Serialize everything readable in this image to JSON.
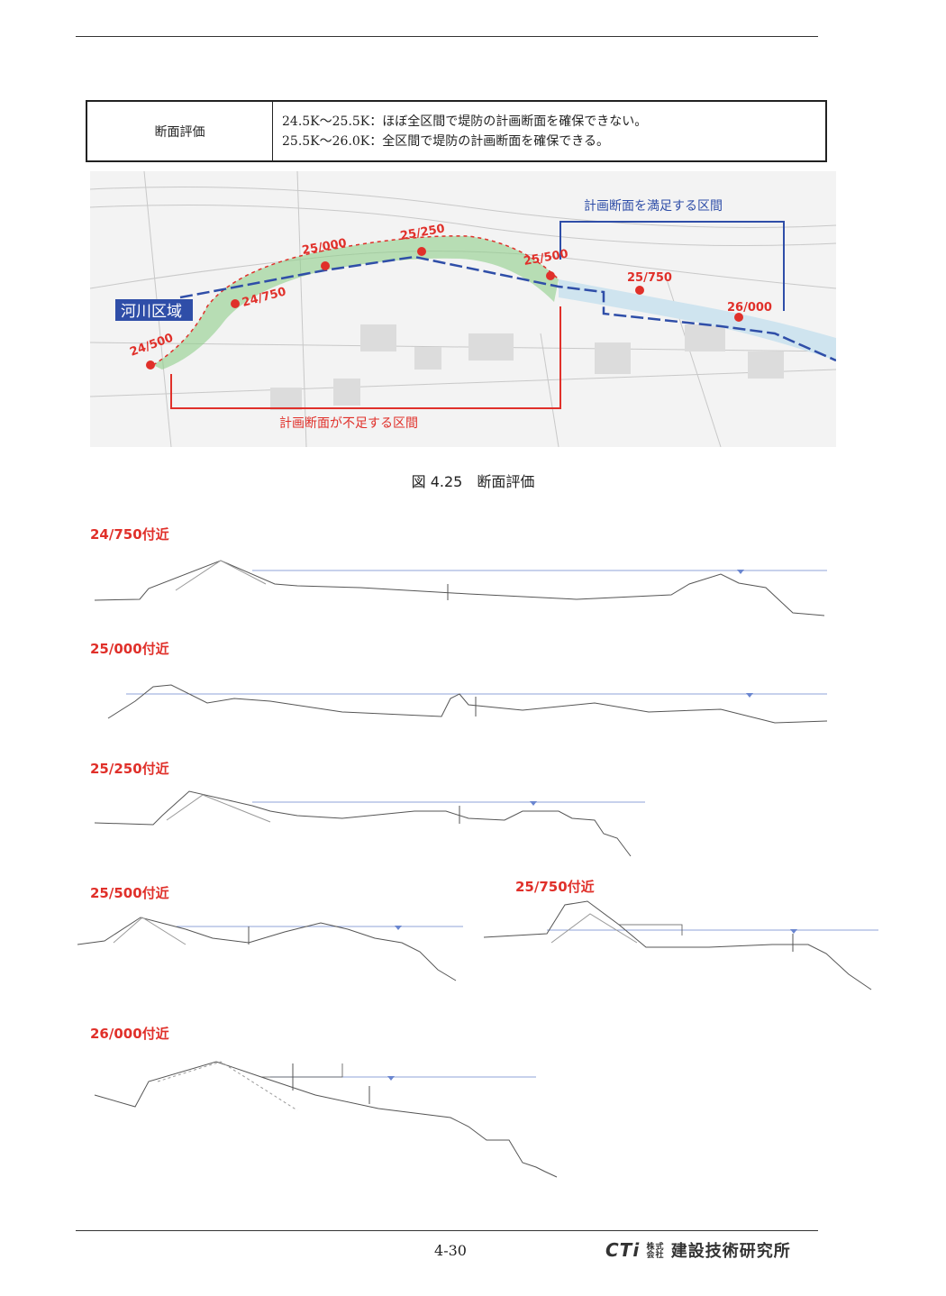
{
  "table": {
    "head": "断面評価",
    "line1": "24.5K～25.5K：ほぼ全区間で堤防の計画断面を確保できない。",
    "line2": "25.5K～26.0K：全区間で堤防の計画断面を確保できる。"
  },
  "map": {
    "river_zone_label": "河川区域",
    "satisfy_label": "計画断面を満足する区間",
    "deficient_label": "計画断面が不足する区間",
    "points": [
      "24/500",
      "24/750",
      "25/000",
      "25/250",
      "25/500",
      "25/750",
      "26/000"
    ],
    "colors": {
      "deficient": "#e0302a",
      "satisfy": "#2f4ea8",
      "channel": "#8fcf8a",
      "point": "#e0302a"
    }
  },
  "caption": "図 4.25　断面評価",
  "sections": [
    {
      "label": "24/750付近"
    },
    {
      "label": "25/000付近"
    },
    {
      "label": "25/250付近"
    },
    {
      "label": "25/500付近"
    },
    {
      "label": "25/750付近"
    },
    {
      "label": "26/000付近"
    }
  ],
  "footer": {
    "page": "4-30",
    "logo_ct": "CTi",
    "logo_small": "株式会社",
    "logo_name": "建設技術研究所"
  }
}
